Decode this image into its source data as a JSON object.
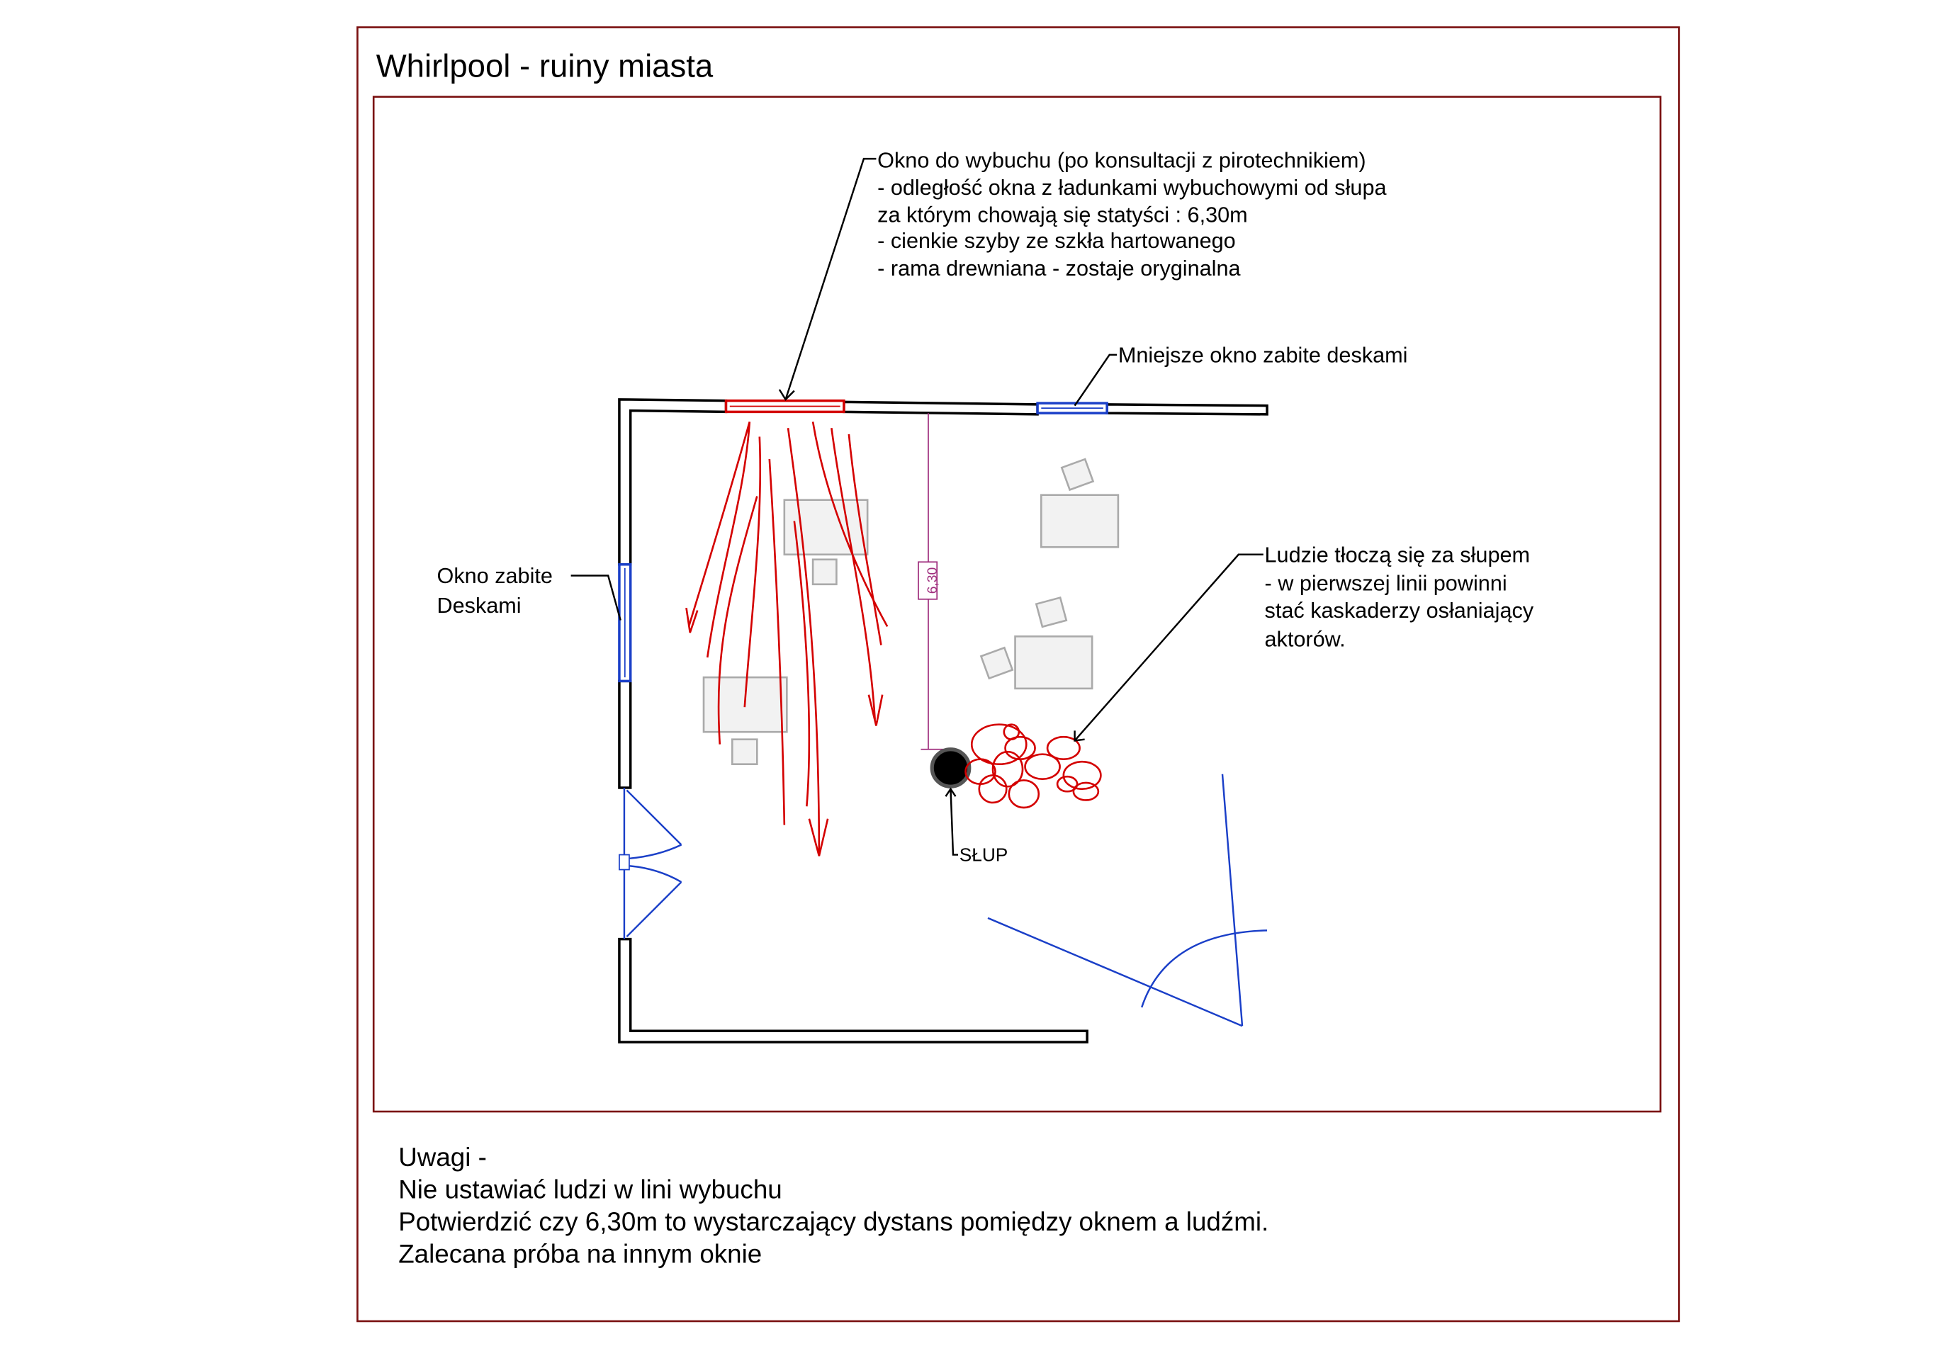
{
  "title": "Whirlpool - ruiny miasta",
  "annotations": {
    "explosion_window": [
      "Okno do wybuchu (po konsultacji z pirotechnikiem)",
      "- odległość okna z ładunkami wybuchowymi od słupa",
      "za którym chowają się statyści : 6,30m",
      "- cienkie szyby ze szkła hartowanego",
      "- rama drewniana - zostaje oryginalna"
    ],
    "small_window": "Mniejsze okno zabite deskami",
    "left_window": [
      "Okno zabite",
      "Deskami"
    ],
    "crowd": [
      "Ludzie tłoczą się za słupem",
      "- w pierwszej linii powinni",
      "stać kaskaderzy osłaniający",
      "aktorów."
    ],
    "pillar": "SŁUP",
    "dimension": "6,30"
  },
  "remarks": [
    "Uwagi -",
    "Nie ustawiać ludzi w lini wybuchu",
    "Potwierdzić czy 6,30m to wystarczający dystans pomiędzy oknem a ludźmi.",
    "Zalecana próba na innym oknie"
  ],
  "colors": {
    "frame": "#7a1010",
    "explosion": "#d40000",
    "window": "#1a3fc8",
    "dimension": "#a0307f"
  }
}
